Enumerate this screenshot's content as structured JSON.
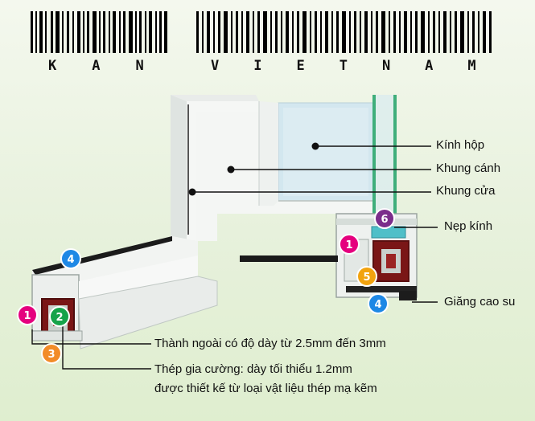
{
  "brand": {
    "left": "KAN",
    "right": "VIETNAM"
  },
  "labels": {
    "kinh_hop": "Kính hộp",
    "khung_canh": "Khung cánh",
    "khung_cua": "Khung cửa",
    "nep_kinh": "Nẹp kính",
    "giang_cao_su": "Giăng cao su"
  },
  "notes": {
    "thanh_ngoai": "Thành ngoài có độ dày từ 2.5mm đến 3mm",
    "thep_line1": "Thép gia cường: dày tối thiểu 1.2mm",
    "thep_line2": "được thiết kế từ loại vật liệu thép mạ kẽm"
  },
  "badges": {
    "b1": "1",
    "b2": "2",
    "b3": "3",
    "b4": "4",
    "b5": "5",
    "b6": "6"
  },
  "colors": {
    "b1": "#e5007e",
    "b2": "#16a34a",
    "b3": "#f28c28",
    "b4": "#1e88e5",
    "b5": "#f2a30f",
    "b6": "#7b2d8b",
    "frame": "#f3f5f3",
    "frame_shadow": "#c9d0cd",
    "glass": "#cfe5ee",
    "reinforcement": "#8b1b1b"
  }
}
